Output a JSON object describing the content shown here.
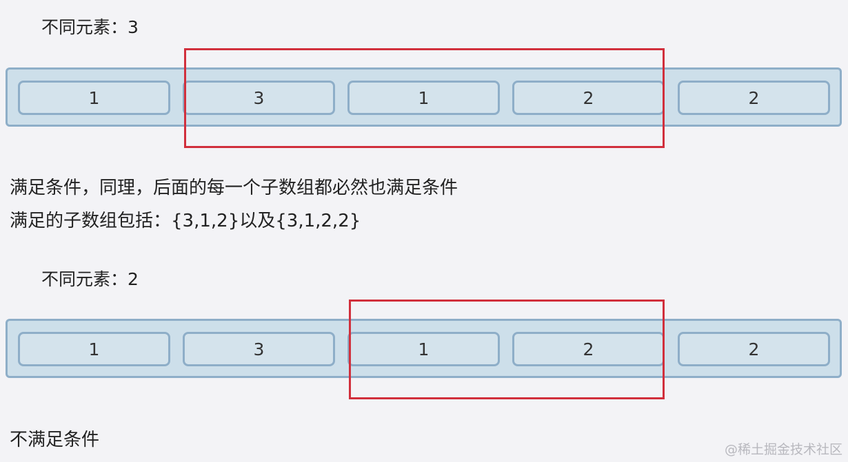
{
  "diagrams": [
    {
      "caption_prefix": "不同元素：",
      "caption_value": "3",
      "cells": [
        "1",
        "3",
        "1",
        "2",
        "2"
      ],
      "highlight_range": [
        1,
        3
      ]
    },
    {
      "caption_prefix": "不同元素：",
      "caption_value": "2",
      "cells": [
        "1",
        "3",
        "1",
        "2",
        "2"
      ],
      "highlight_range": [
        2,
        3
      ]
    }
  ],
  "text": {
    "line1": "满足条件，同理，后面的每一个子数组都必然也满足条件",
    "line2": "满足的子数组包括：{3,1,2}以及{3,1,2,2}",
    "line3": "不满足条件"
  },
  "watermark": "@稀土掘金技术社区",
  "colors": {
    "highlight": "#d12f3c",
    "bar_fill": "#cddfea",
    "bar_border": "#8eaec8"
  }
}
